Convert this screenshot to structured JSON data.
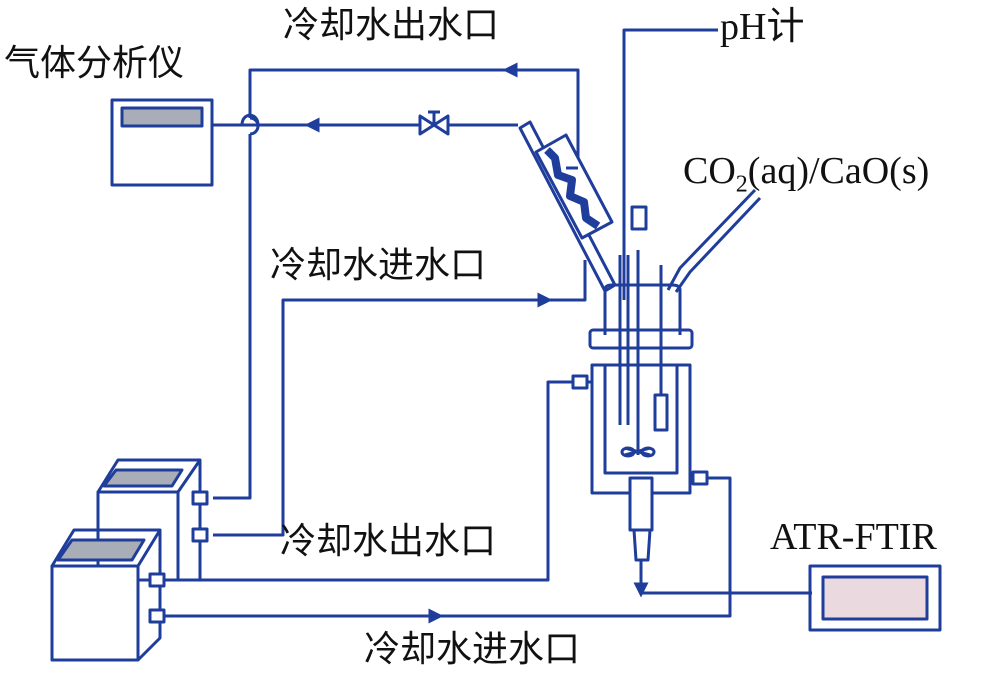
{
  "labels": {
    "gas_analyzer": "气体分析仪",
    "outlet_top": "冷却水出水口",
    "ph_meter": "pH计",
    "reagent": "CO",
    "reagent_sub": "2",
    "reagent_rest": "(aq)/CaO(s)",
    "inlet_mid": "冷却水进水口",
    "outlet_bottom": "冷却水出水口",
    "atr_ftir": "ATR-FTIR",
    "inlet_bottom": "冷却水进水口"
  },
  "colors": {
    "line": "#1f3d9a",
    "screen_gray": "#a9adb8",
    "screen_pink": "#eadadf",
    "text": "#111111"
  }
}
